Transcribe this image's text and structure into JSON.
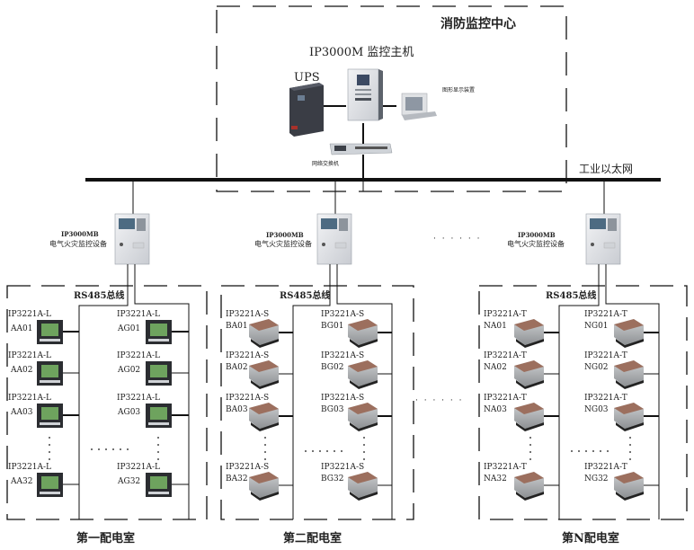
{
  "control_center": {
    "title": "消防监控中心",
    "host_label": "IP3000M 监控主机",
    "ups_label": "UPS",
    "display_label": "图形显示装置",
    "switch_label": "网络交换机"
  },
  "network": {
    "label": "工业以太网"
  },
  "rooms": [
    {
      "name": "第一配电室",
      "monitor_model": "IP3000MB",
      "monitor_desc": "电气火灾监控设备",
      "bus_label": "RS485总线",
      "device_type": "meter",
      "left_column": [
        {
          "model": "IP3221A-L",
          "id": "AA01"
        },
        {
          "model": "IP3221A-L",
          "id": "AA02"
        },
        {
          "model": "IP3221A-L",
          "id": "AA03"
        },
        {
          "model": "IP3221A-L",
          "id": "AA32"
        }
      ],
      "right_column": [
        {
          "model": "IP3221A-L",
          "id": "AG01"
        },
        {
          "model": "IP3221A-L",
          "id": "AG02"
        },
        {
          "model": "IP3221A-L",
          "id": "AG03"
        },
        {
          "model": "IP3221A-L",
          "id": "AG32"
        }
      ]
    },
    {
      "name": "第二配电室",
      "monitor_model": "IP3000MB",
      "monitor_desc": "电气火灾监控设备",
      "bus_label": "RS485总线",
      "device_type": "module",
      "left_column": [
        {
          "model": "IP3221A-S",
          "id": "BA01"
        },
        {
          "model": "IP3221A-S",
          "id": "BA02"
        },
        {
          "model": "IP3221A-S",
          "id": "BA03"
        },
        {
          "model": "IP3221A-S",
          "id": "BA32"
        }
      ],
      "right_column": [
        {
          "model": "IP3221A-S",
          "id": "BG01"
        },
        {
          "model": "IP3221A-S",
          "id": "BG02"
        },
        {
          "model": "IP3221A-S",
          "id": "BG03"
        },
        {
          "model": "IP3221A-S",
          "id": "BG32"
        }
      ]
    },
    {
      "name": "第N配电室",
      "monitor_model": "IP3000MB",
      "monitor_desc": "电气火灾监控设备",
      "bus_label": "RS485总线",
      "device_type": "module",
      "left_column": [
        {
          "model": "IP3221A-T",
          "id": "NA01"
        },
        {
          "model": "IP3221A-T",
          "id": "NA02"
        },
        {
          "model": "IP3221A-T",
          "id": "NA03"
        },
        {
          "model": "IP3221A-T",
          "id": "NA32"
        }
      ],
      "right_column": [
        {
          "model": "IP3221A-T",
          "id": "NG01"
        },
        {
          "model": "IP3221A-T",
          "id": "NG02"
        },
        {
          "model": "IP3221A-T",
          "id": "NG03"
        },
        {
          "model": "IP3221A-T",
          "id": "NG32"
        }
      ]
    }
  ],
  "ellipsis": "· · · · · ·"
}
